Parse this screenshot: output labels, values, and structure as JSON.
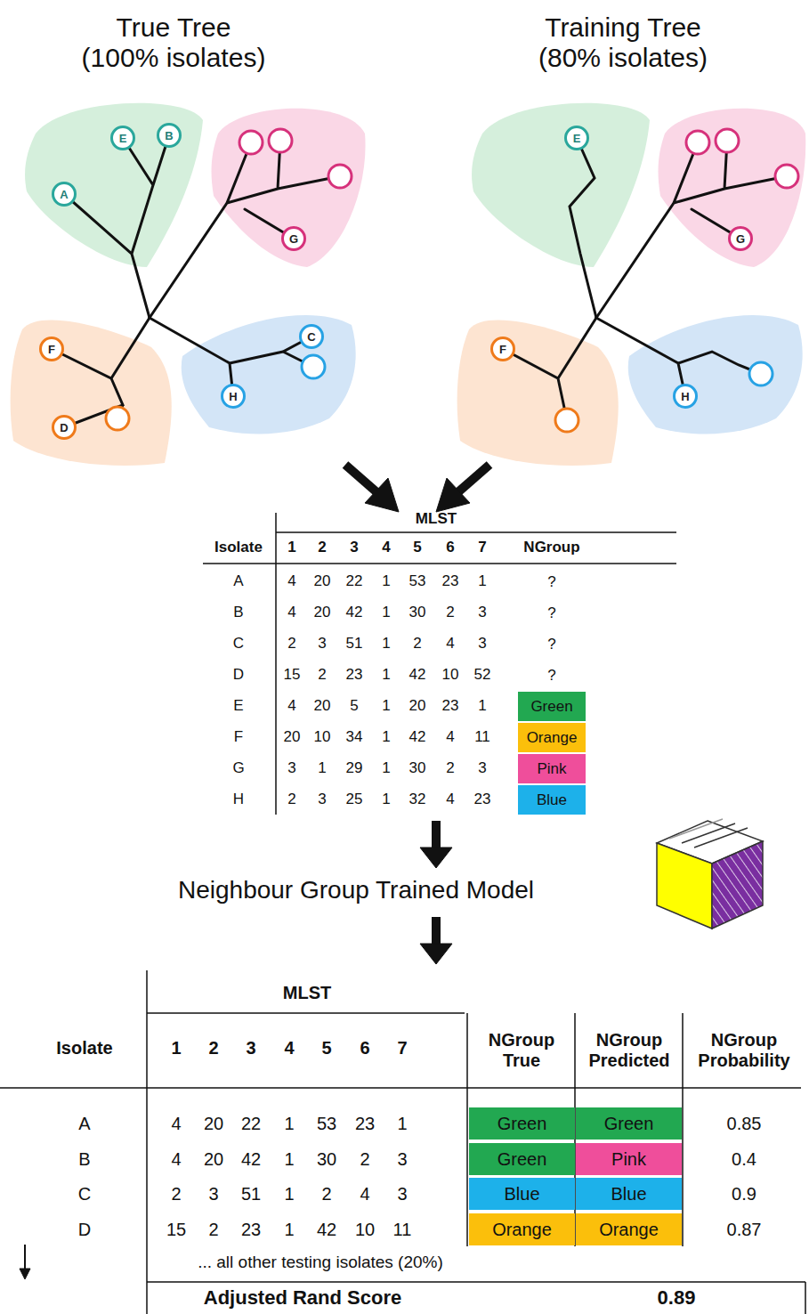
{
  "diagram": {
    "nodes": [
      {
        "text": [
          "E"
        ]
      },
      {
        "text": [
          "B"
        ]
      },
      {
        "text": [
          "A"
        ]
      },
      {
        "text": [
          "G"
        ]
      },
      {
        "text": [
          "C"
        ]
      },
      {
        "text": [
          "F"
        ]
      },
      {
        "text": [
          "H"
        ]
      },
      {
        "text": [
          "D"
        ]
      },
      {
        "text": [
          "E"
        ]
      },
      {
        "text": [
          "G"
        ]
      },
      {
        "text": [
          "F"
        ]
      },
      {
        "text": [
          "H"
        ]
      }
    ],
    "labels": [
      "True Tree (100% isolates)",
      "Training Tree (80% isolates)",
      "MLST",
      "Isolate",
      "1",
      "2",
      "3",
      "4",
      "5",
      "6",
      "7",
      "NGroup",
      "A",
      "4",
      "20",
      "22",
      "1",
      "53",
      "23",
      "1",
      "?",
      "B",
      "4",
      "20",
      "42",
      "1",
      "30",
      "2",
      "3",
      "?",
      "C",
      "2",
      "3",
      "51",
      "1",
      "2",
      "4",
      "3",
      "?",
      "D",
      "15",
      "2",
      "23",
      "1",
      "42",
      "10",
      "52",
      "?",
      "E",
      "4",
      "20",
      "5",
      "1",
      "20",
      "23",
      "1",
      "Green",
      "F",
      "20",
      "10",
      "34",
      "1",
      "42",
      "4",
      "11",
      "Orange",
      "G",
      "3",
      "1",
      "29",
      "1",
      "30",
      "2",
      "3",
      "Pink",
      "H",
      "2",
      "3",
      "25",
      "1",
      "32",
      "4",
      "23",
      "Blue",
      "Neighbour Group Trained Model",
      "MLST",
      "Isolate",
      "1",
      "2",
      "3",
      "4",
      "5",
      "6",
      "7",
      "NGroup True",
      "NGroup Predicted",
      "NGroup Probability",
      "A",
      "4",
      "20",
      "22",
      "1",
      "53",
      "23",
      "1",
      "Green",
      "Green",
      "0.85",
      "B",
      "4",
      "20",
      "42",
      "1",
      "30",
      "2",
      "3",
      "Green",
      "Pink",
      "0.4",
      "C",
      "2",
      "3",
      "51",
      "1",
      "2",
      "4",
      "3",
      "Blue",
      "Blue",
      "0.9",
      "D",
      "15",
      "2",
      "23",
      "1",
      "42",
      "10",
      "11",
      "Orange",
      "Orange",
      "0.87",
      "... all other testing isolates (20%)",
      "Adjusted Rand Score",
      "0.89"
    ]
  }
}
